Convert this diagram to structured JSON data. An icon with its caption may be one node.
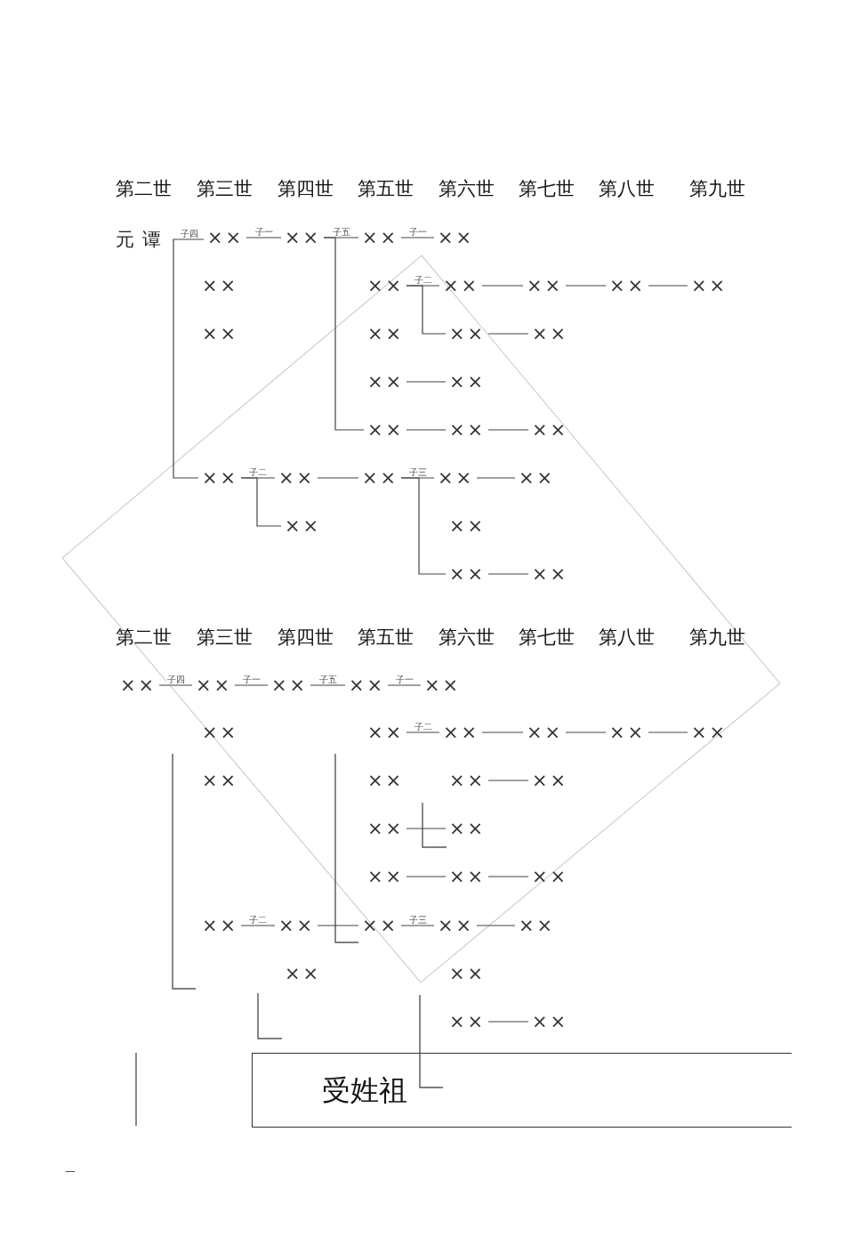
{
  "diagram": {
    "nodes": [
      {
        "text": [
          "元谭"
        ]
      },
      {
        "text": [
          "××"
        ]
      },
      {
        "text": [
          "××"
        ]
      },
      {
        "text": [
          "××"
        ]
      },
      {
        "text": [
          "××"
        ]
      },
      {
        "text": [
          "××"
        ]
      },
      {
        "text": [
          "××"
        ]
      },
      {
        "text": [
          "××"
        ]
      },
      {
        "text": [
          "××"
        ]
      },
      {
        "text": [
          "××"
        ]
      },
      {
        "text": [
          "××"
        ]
      },
      {
        "text": [
          "××"
        ]
      },
      {
        "text": [
          "××"
        ]
      },
      {
        "text": [
          "××"
        ]
      },
      {
        "text": [
          "××"
        ]
      },
      {
        "text": [
          "××"
        ]
      },
      {
        "text": [
          "××"
        ]
      },
      {
        "text": [
          "××"
        ]
      },
      {
        "text": [
          "××"
        ]
      },
      {
        "text": [
          "××"
        ]
      },
      {
        "text": [
          "××"
        ]
      },
      {
        "text": [
          "××"
        ]
      },
      {
        "text": [
          "××"
        ]
      },
      {
        "text": [
          "××"
        ]
      },
      {
        "text": [
          "××"
        ]
      },
      {
        "text": [
          "××"
        ]
      },
      {
        "text": [
          "××"
        ]
      },
      {
        "text": [
          "××"
        ]
      },
      {
        "text": [
          "××"
        ]
      },
      {
        "text": [
          "××"
        ]
      },
      {
        "text": [
          "××"
        ]
      },
      {
        "text": [
          "××"
        ]
      },
      {
        "text": [
          "××"
        ]
      },
      {
        "text": [
          "××"
        ]
      },
      {
        "text": [
          "××"
        ]
      },
      {
        "text": [
          "××"
        ]
      },
      {
        "text": [
          "××"
        ]
      },
      {
        "text": [
          "××"
        ]
      },
      {
        "text": [
          "××"
        ]
      },
      {
        "text": [
          "××"
        ]
      },
      {
        "text": [
          "××"
        ]
      },
      {
        "text": [
          "××"
        ]
      },
      {
        "text": [
          "××"
        ]
      },
      {
        "text": [
          "××"
        ]
      },
      {
        "text": [
          "××"
        ]
      },
      {
        "text": [
          "××"
        ]
      },
      {
        "text": [
          "××"
        ]
      },
      {
        "text": [
          "××"
        ]
      },
      {
        "text": [
          "××"
        ]
      },
      {
        "text": [
          "××"
        ]
      },
      {
        "text": [
          "××"
        ]
      },
      {
        "text": [
          "××"
        ]
      },
      {
        "text": [
          "××"
        ]
      },
      {
        "text": [
          "××"
        ]
      },
      {
        "text": [
          "××"
        ]
      },
      {
        "text": [
          "××"
        ]
      },
      {
        "text": [
          "××"
        ]
      },
      {
        "text": [
          "××"
        ]
      },
      {
        "text": [
          "受姓祖"
        ]
      }
    ],
    "edges": [
      {
        "from": 0,
        "to": 1,
        "arrow": "none",
        "label": "子四"
      },
      {
        "from": 0,
        "to": 20,
        "arrow": "none"
      },
      {
        "from": 1,
        "to": 2,
        "arrow": "none",
        "label": "子一"
      },
      {
        "from": 2,
        "to": 3,
        "arrow": "none",
        "label": "子五"
      },
      {
        "from": 2,
        "to": 17,
        "arrow": "none"
      },
      {
        "from": 3,
        "to": 4,
        "arrow": "none",
        "label": "子一"
      },
      {
        "from": 6,
        "to": 7,
        "arrow": "none",
        "label": "子二"
      },
      {
        "from": 6,
        "to": 13,
        "arrow": "none"
      },
      {
        "from": 7,
        "to": 8,
        "arrow": "none"
      },
      {
        "from": 8,
        "to": 9,
        "arrow": "none"
      },
      {
        "from": 9,
        "to": 10,
        "arrow": "none"
      },
      {
        "from": 13,
        "to": 14,
        "arrow": "none"
      },
      {
        "from": 15,
        "to": 16,
        "arrow": "none"
      },
      {
        "from": 17,
        "to": 18,
        "arrow": "none"
      },
      {
        "from": 18,
        "to": 19,
        "arrow": "none"
      },
      {
        "from": 20,
        "to": 21,
        "arrow": "none",
        "label": "子二"
      },
      {
        "from": 20,
        "to": 25,
        "arrow": "none"
      },
      {
        "from": 21,
        "to": 22,
        "arrow": "none"
      },
      {
        "from": 22,
        "to": 23,
        "arrow": "none",
        "label": "子三"
      },
      {
        "from": 22,
        "to": 27,
        "arrow": "none"
      },
      {
        "from": 23,
        "to": 24,
        "arrow": "none"
      },
      {
        "from": 27,
        "to": 28,
        "arrow": "none"
      },
      {
        "from": 29,
        "to": 30,
        "arrow": "none",
        "label": "子四"
      },
      {
        "from": 30,
        "to": 31,
        "arrow": "none",
        "label": "子一"
      },
      {
        "from": 31,
        "to": 32,
        "arrow": "none",
        "label": "子五"
      },
      {
        "from": 32,
        "to": 33,
        "arrow": "none",
        "label": "子一"
      },
      {
        "from": 35,
        "to": 36,
        "arrow": "none",
        "label": "子二"
      },
      {
        "from": 36,
        "to": 37,
        "arrow": "none"
      },
      {
        "from": 37,
        "to": 38,
        "arrow": "none"
      },
      {
        "from": 38,
        "to": 39,
        "arrow": "none"
      },
      {
        "from": 42,
        "to": 43,
        "arrow": "none"
      },
      {
        "from": 44,
        "to": 45,
        "arrow": "none"
      },
      {
        "from": 46,
        "to": 47,
        "arrow": "none"
      },
      {
        "from": 47,
        "to": 48,
        "arrow": "none"
      },
      {
        "from": 49,
        "to": 50,
        "arrow": "none",
        "label": "子二"
      },
      {
        "from": 50,
        "to": 51,
        "arrow": "none"
      },
      {
        "from": 51,
        "to": 52,
        "arrow": "none",
        "label": "子三"
      },
      {
        "from": 52,
        "to": 53,
        "arrow": "none"
      },
      {
        "from": 56,
        "to": 57,
        "arrow": "none"
      }
    ],
    "labels": [
      "第二世",
      "第三世",
      "第四世",
      "第五世",
      "第六世",
      "第七世",
      "第八世",
      "第九世",
      "第二世",
      "第三世",
      "第四世",
      "第五世",
      "第六世",
      "第七世",
      "第八世",
      "第九世",
      "一"
    ]
  }
}
